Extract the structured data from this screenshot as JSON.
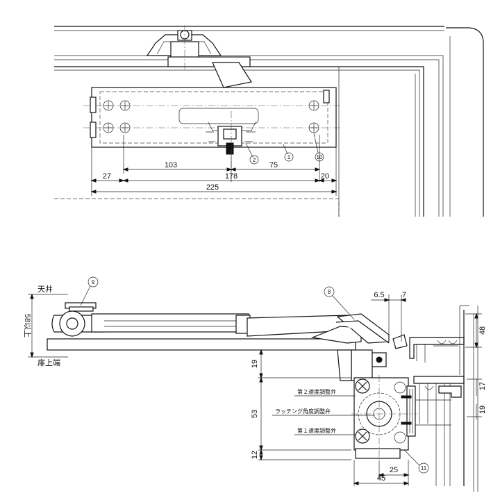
{
  "top_view": {
    "dimensions": {
      "d103": "103",
      "d75": "75",
      "d27": "27",
      "d178": "178",
      "d20": "20",
      "d225": "225"
    },
    "callouts": {
      "c1": "1",
      "c2": "2",
      "c10": "10"
    }
  },
  "side_view": {
    "labels": {
      "ceiling": "天井",
      "door_top": "扉上端",
      "nominal_height": "58以上",
      "speed2": "第２速度調整弁",
      "latching": "ラッテング角度調整弁",
      "speed1": "第１速度調整弁"
    },
    "dimensions": {
      "d6_5": "6.5",
      "d7": "7",
      "d48": "48",
      "d19a": "19",
      "d53": "53",
      "d12": "12",
      "d17": "17",
      "d19b": "19",
      "d25": "25",
      "d45": "45"
    },
    "callouts": {
      "c9": "9",
      "c8": "8",
      "c11": "11"
    }
  }
}
